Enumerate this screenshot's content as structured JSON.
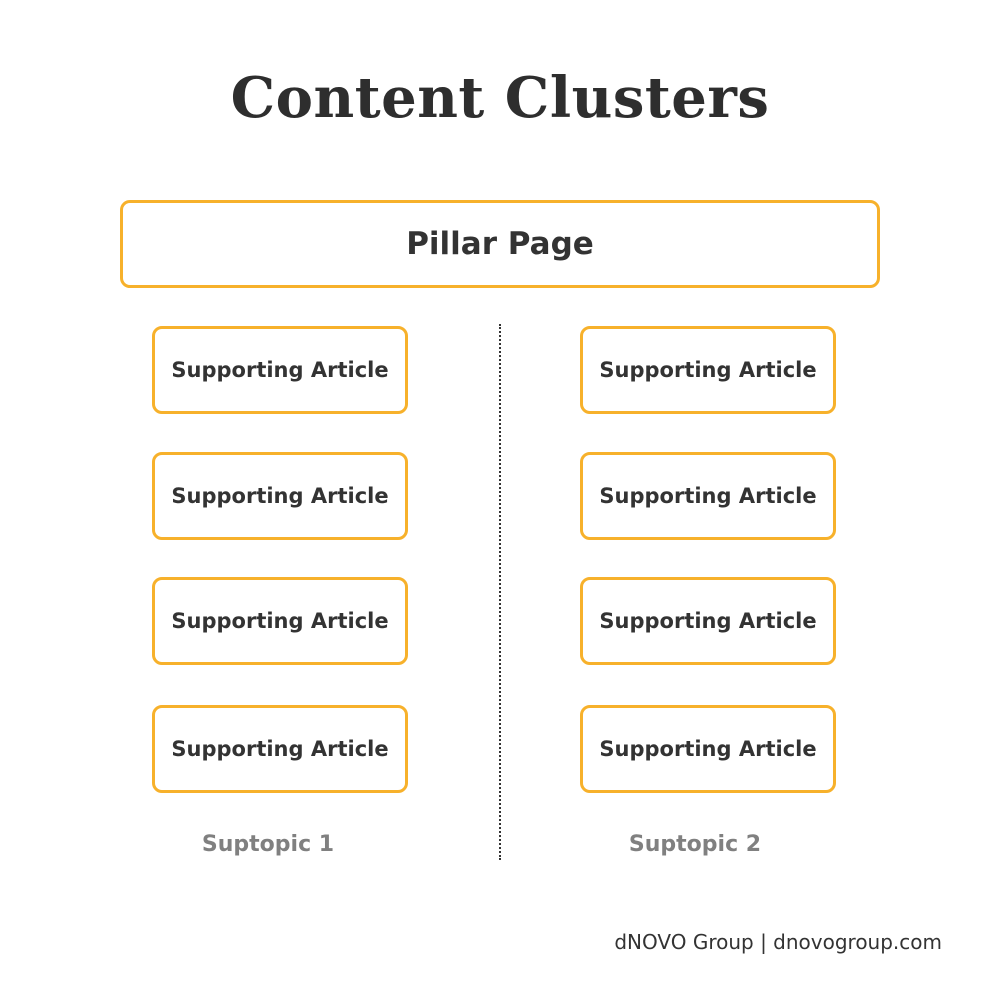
{
  "title": "Content Clusters",
  "pillar": {
    "label": "Pillar Page"
  },
  "columns": [
    {
      "articles": [
        "Supporting Article",
        "Supporting Article",
        "Supporting Article",
        "Supporting Article"
      ],
      "subtopic": "Suptopic 1"
    },
    {
      "articles": [
        "Supporting Article",
        "Supporting Article",
        "Supporting Article",
        "Supporting Article"
      ],
      "subtopic": "Suptopic 2"
    }
  ],
  "footer": "dNOVO Group | dnovogroup.com",
  "colors": {
    "accent": "#f7b12b",
    "text": "#333333",
    "subtopic": "#808080"
  }
}
